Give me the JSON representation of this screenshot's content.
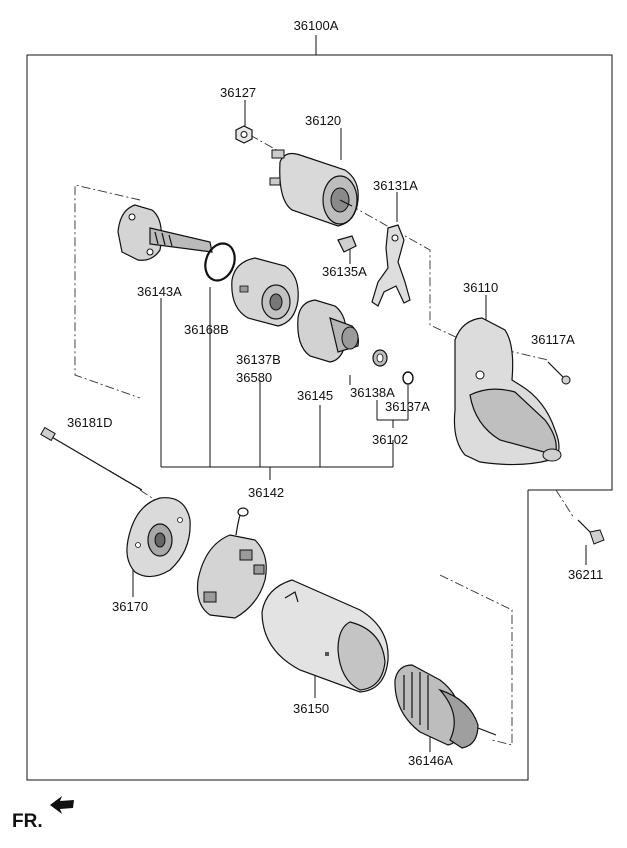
{
  "labels": {
    "assembly": "36100A",
    "l36127": "36127",
    "l36120": "36120",
    "l36131A": "36131A",
    "l36135A": "36135A",
    "l36143A": "36143A",
    "l36168B": "36168B",
    "l36137B": "36137B",
    "l36580": "36580",
    "l36145": "36145",
    "l36138A": "36138A",
    "l36137A": "36137A",
    "l36102": "36102",
    "l36110": "36110",
    "l36117A": "36117A",
    "l36181D": "36181D",
    "l36142": "36142",
    "l36170": "36170",
    "l36150": "36150",
    "l36146A": "36146A",
    "l36211": "36211"
  },
  "direction_marker": "FR."
}
